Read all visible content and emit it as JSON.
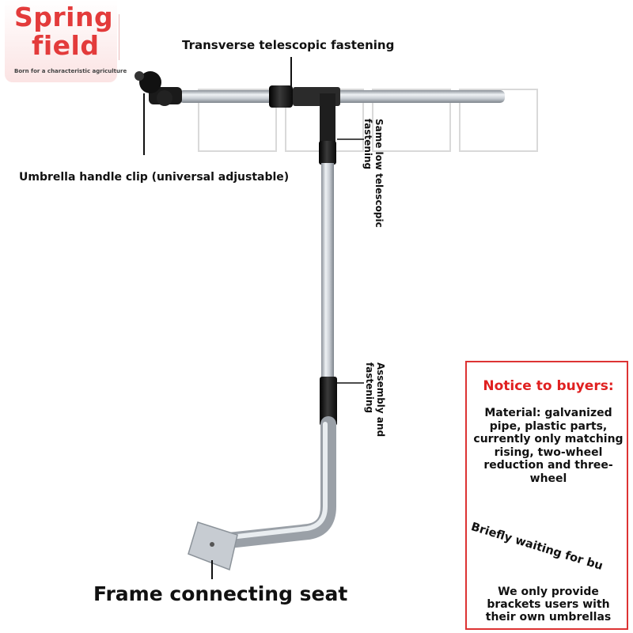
{
  "logo": {
    "line1": "Spring",
    "line2": "field",
    "tagline": "Born for a characteristic agriculture"
  },
  "labels": {
    "transverse": "Transverse telescopic fastening",
    "umbrella_clip": "Umbrella handle clip (universal adjustable)",
    "same_low": "Same low telescopic fastening",
    "assembly": "Assembly and fastening",
    "frame_seat": "Frame connecting seat"
  },
  "notice": {
    "title": "Notice to buyers:",
    "body": "Material: galvanized pipe, plastic parts, currently only matching rising, two-wheel reduction and three-wheel",
    "waiting": "Briefly waiting for bu",
    "footer": "We only provide brackets users with their own umbrellas"
  },
  "colors": {
    "brand_red": "#e33b3b",
    "notice_border": "#dd3333",
    "notice_title": "#e02020",
    "pipe_light": "#d9dee3",
    "pipe_dark": "#8a9098",
    "plastic": "#1a1a1a"
  }
}
